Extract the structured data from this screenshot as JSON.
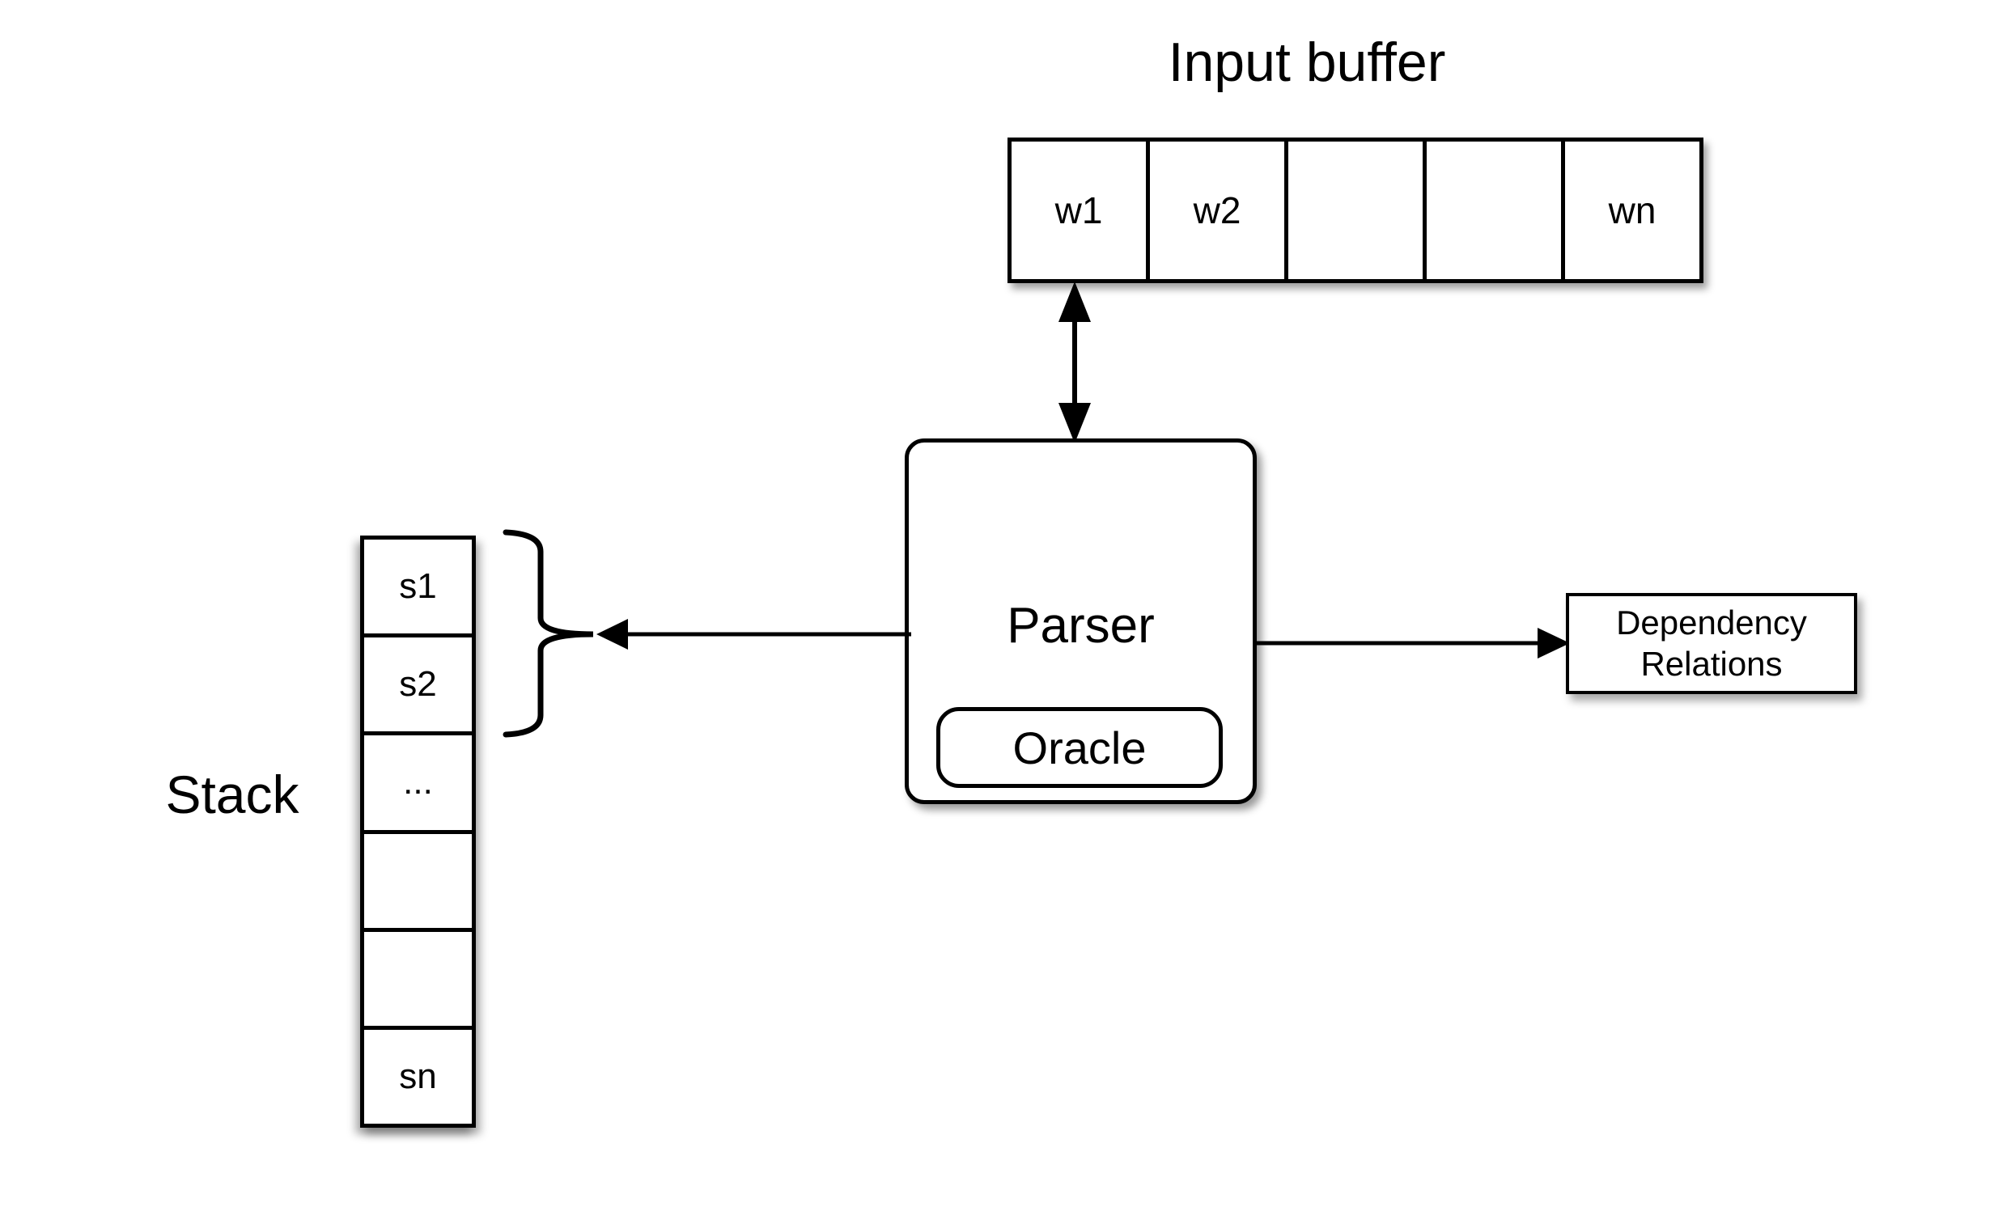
{
  "diagram": {
    "input_buffer": {
      "title": "Input buffer",
      "cells": [
        "w1",
        "w2",
        "",
        "",
        "wn"
      ]
    },
    "parser": {
      "label": "Parser",
      "oracle_label": "Oracle"
    },
    "stack": {
      "label": "Stack",
      "cells": [
        "s1",
        "s2",
        "...",
        "",
        "",
        "sn"
      ]
    },
    "output": {
      "line1": "Dependency",
      "line2": "Relations"
    },
    "colors": {
      "ink": "#000000",
      "background": "#ffffff"
    }
  }
}
